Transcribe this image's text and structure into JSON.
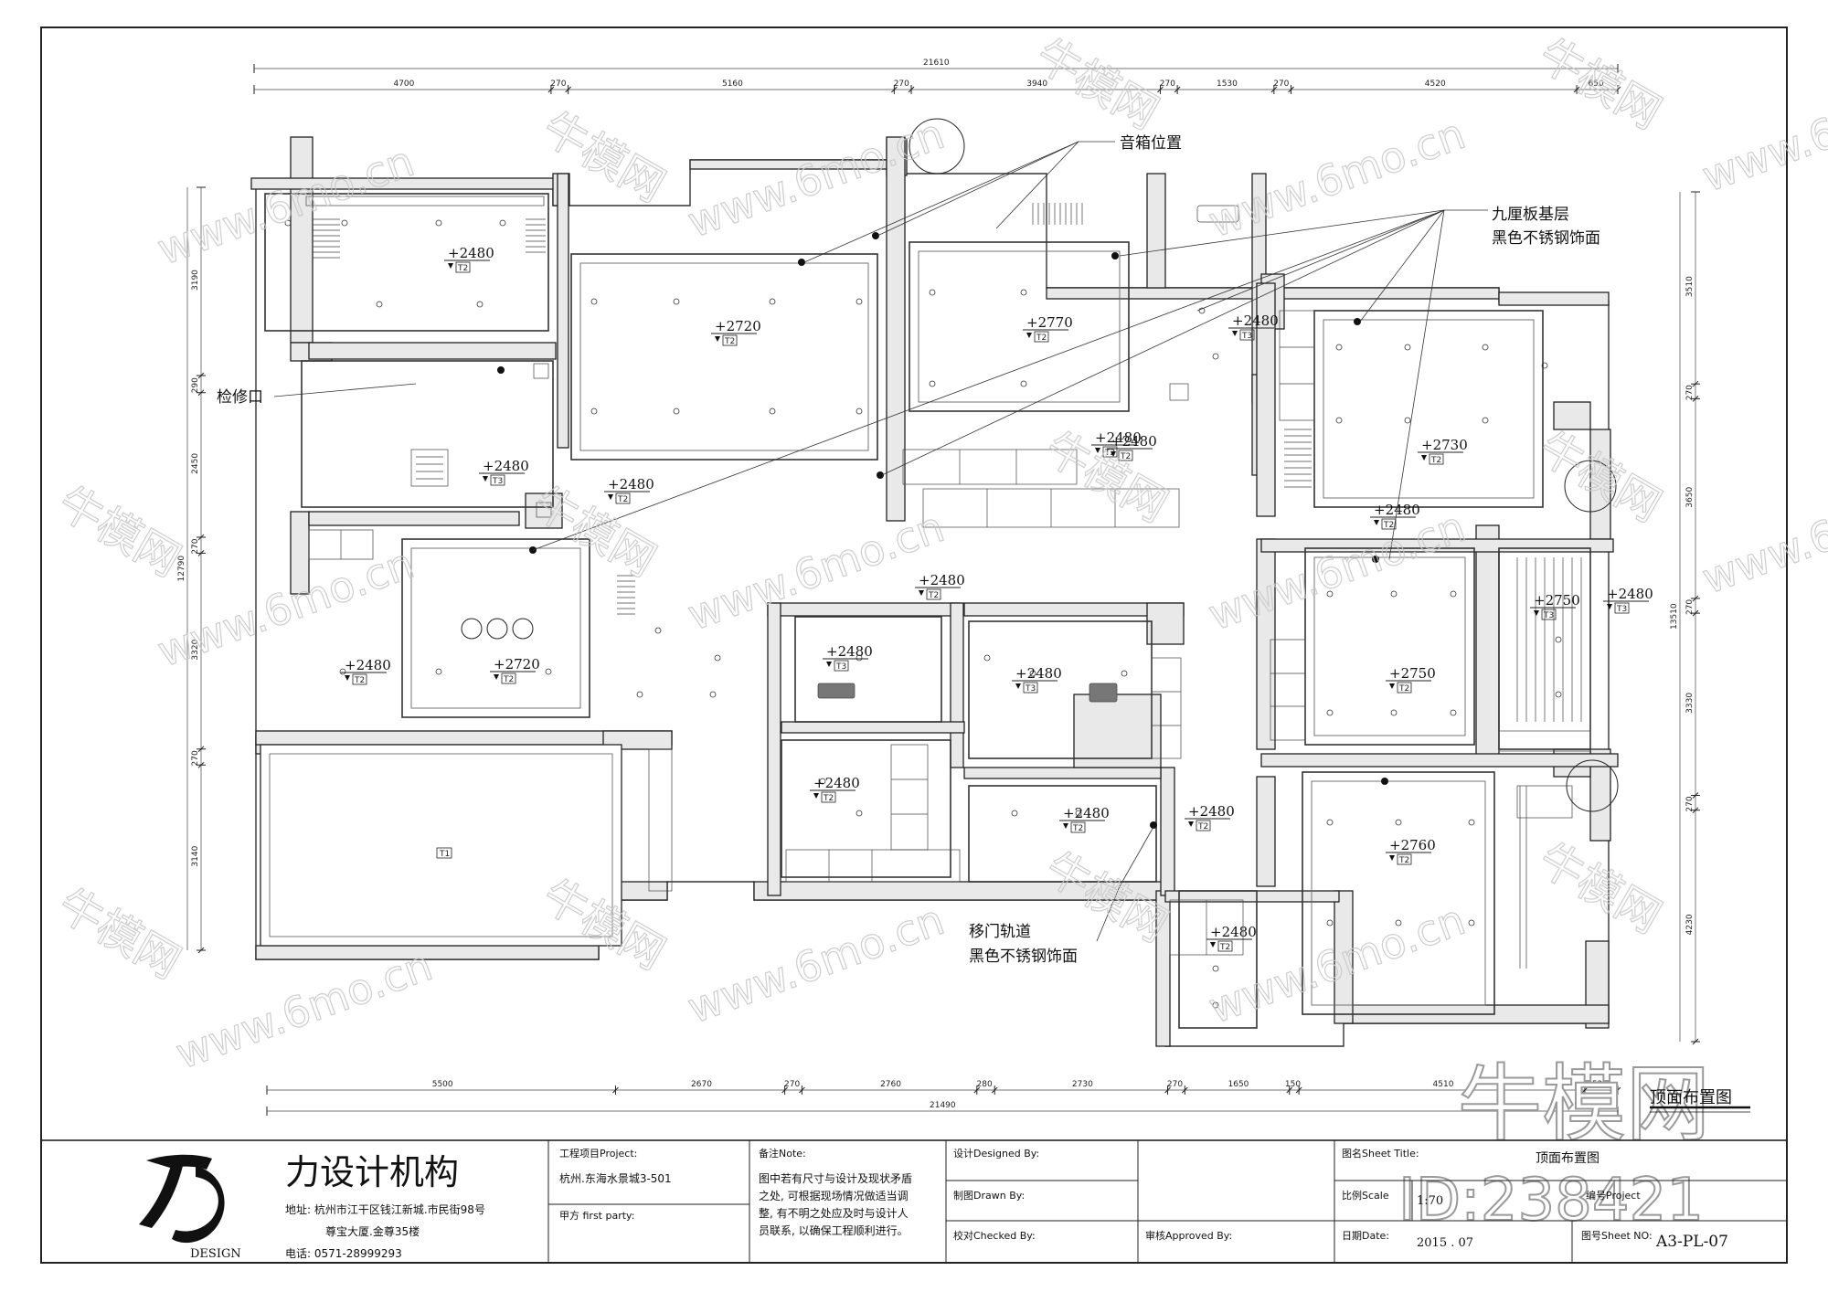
{
  "drawing": {
    "title_stamp": "顶面布置图",
    "annotations": {
      "speaker_position": "音箱位置",
      "plywood_base_1": "九厘板基层",
      "plywood_base_2": "黑色不锈钢饰面",
      "access_hatch": "检修口",
      "sliding_track_1": "移门轨道",
      "sliding_track_2": "黑色不锈钢饰面"
    },
    "top_dims": {
      "total": "21610",
      "segments": [
        "4700",
        "270",
        "5160",
        "270",
        "3940",
        "270",
        "1530",
        "270",
        "4520",
        "650"
      ]
    },
    "bottom_dims": {
      "total": "21490",
      "segments": [
        "5500",
        "2670",
        "270",
        "2760",
        "280",
        "2730",
        "270",
        "1650",
        "150",
        "4510",
        "520"
      ]
    },
    "left_dims": {
      "total": "12790",
      "segments": [
        "3190",
        "290",
        "2450",
        "270",
        "3320",
        "270",
        "3140"
      ]
    },
    "right_dims": {
      "total": "13510",
      "segments": [
        "3510",
        "270",
        "3650",
        "270",
        "3330",
        "270",
        "4230"
      ]
    },
    "elevations": [
      {
        "value": "+2480",
        "tag": "T2"
      },
      {
        "value": "+2720",
        "tag": "T2"
      },
      {
        "value": "+2770",
        "tag": "T2"
      },
      {
        "value": "+2480",
        "tag": "T3"
      },
      {
        "value": "+2480",
        "tag": "T3"
      },
      {
        "value": "+2480",
        "tag": "T2"
      },
      {
        "value": "+2730",
        "tag": "T2"
      },
      {
        "value": "+2480",
        "tag": "T2"
      },
      {
        "value": "+2480",
        "tag": "T2"
      },
      {
        "value": "+2480",
        "tag": "T2"
      },
      {
        "value": "+2720",
        "tag": "T2"
      },
      {
        "value": "+2480",
        "tag": "T2"
      },
      {
        "value": "+2480",
        "tag": "T2"
      },
      {
        "value": "+2480",
        "tag": "T3"
      },
      {
        "value": "+2480",
        "tag": "T3"
      },
      {
        "value": "+2750",
        "tag": "T2"
      },
      {
        "value": "+2750",
        "tag": "T3"
      },
      {
        "value": "+2480",
        "tag": "T3"
      },
      {
        "value": "+2480",
        "tag": "T2"
      },
      {
        "value": "+2480",
        "tag": "T2"
      },
      {
        "value": "+2480",
        "tag": "T2"
      },
      {
        "value": "+2760",
        "tag": "T2"
      },
      {
        "value": "+2480",
        "tag": "T2"
      }
    ],
    "balcony_tag": "T1"
  },
  "title_block": {
    "company": "力设计机构",
    "logo_caption": "DESIGN",
    "address_1": "地址: 杭州市江干区钱江新城.市民街98号",
    "address_2": "尊宝大厦.金尊35楼",
    "phone": "电话: 0571-28999293",
    "project_label": "工程项目Project:",
    "project_value": "杭州.东海水景城3-501",
    "party_label": "甲方 first party:",
    "note_label": "备注Note:",
    "note_text_1": "图中若有尺寸与设计及现状矛盾",
    "note_text_2": "之处, 可根据现场情况做适当调",
    "note_text_3": "整, 有不明之处应及时与设计人",
    "note_text_4": "员联系, 以确保工程顺利进行。",
    "designed_label": "设计Designed By:",
    "drawn_label": "制图Drawn By:",
    "checked_label": "校对Checked By:",
    "approved_label": "审核Approved By:",
    "sheet_title_label": "图名Sheet Title:",
    "sheet_title_value": "顶面布置图",
    "scale_label": "比例Scale",
    "scale_value": "1:70",
    "project_no_label": "编号Project",
    "date_label": "日期Date:",
    "date_value": "2015 . 07",
    "sheet_no_label": "图号Sheet NO:",
    "sheet_no_value": "A3-PL-07"
  },
  "watermark": {
    "brand": "牛模网",
    "site": "www.6mo.cn",
    "id": "ID:238421"
  }
}
